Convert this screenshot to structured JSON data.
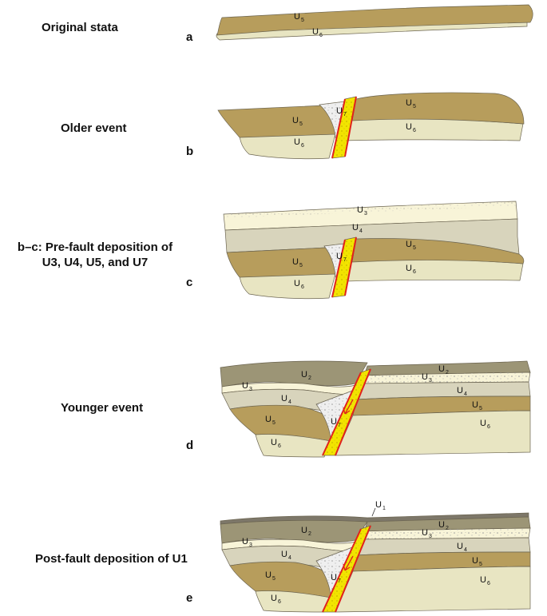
{
  "panels": [
    {
      "letter": "a",
      "caption": "Original stata"
    },
    {
      "letter": "b",
      "caption": "Older event"
    },
    {
      "letter": "c",
      "caption_line1": "b–c: Pre-fault deposition of",
      "caption_line2": "U3, U4, U5, and U7"
    },
    {
      "letter": "d",
      "caption": "Younger event"
    },
    {
      "letter": "e",
      "caption": "Post-fault deposition of U1"
    }
  ],
  "unit_labels": {
    "u1": "1",
    "u2": "2",
    "u3": "3",
    "u4": "4",
    "u5": "5",
    "u6": "6",
    "u7": "7",
    "prefix": "U"
  },
  "colors": {
    "u1": "#7d7769",
    "u2": "#9c9576",
    "u3": "#f8f4d8",
    "u4": "#d8d4bc",
    "u5": "#b79d5c",
    "u6": "#e8e5c2",
    "u7": "#efefef",
    "fault_zone": "#f2e400",
    "fault_line": "#e0221c",
    "outline": "#6b6450"
  }
}
